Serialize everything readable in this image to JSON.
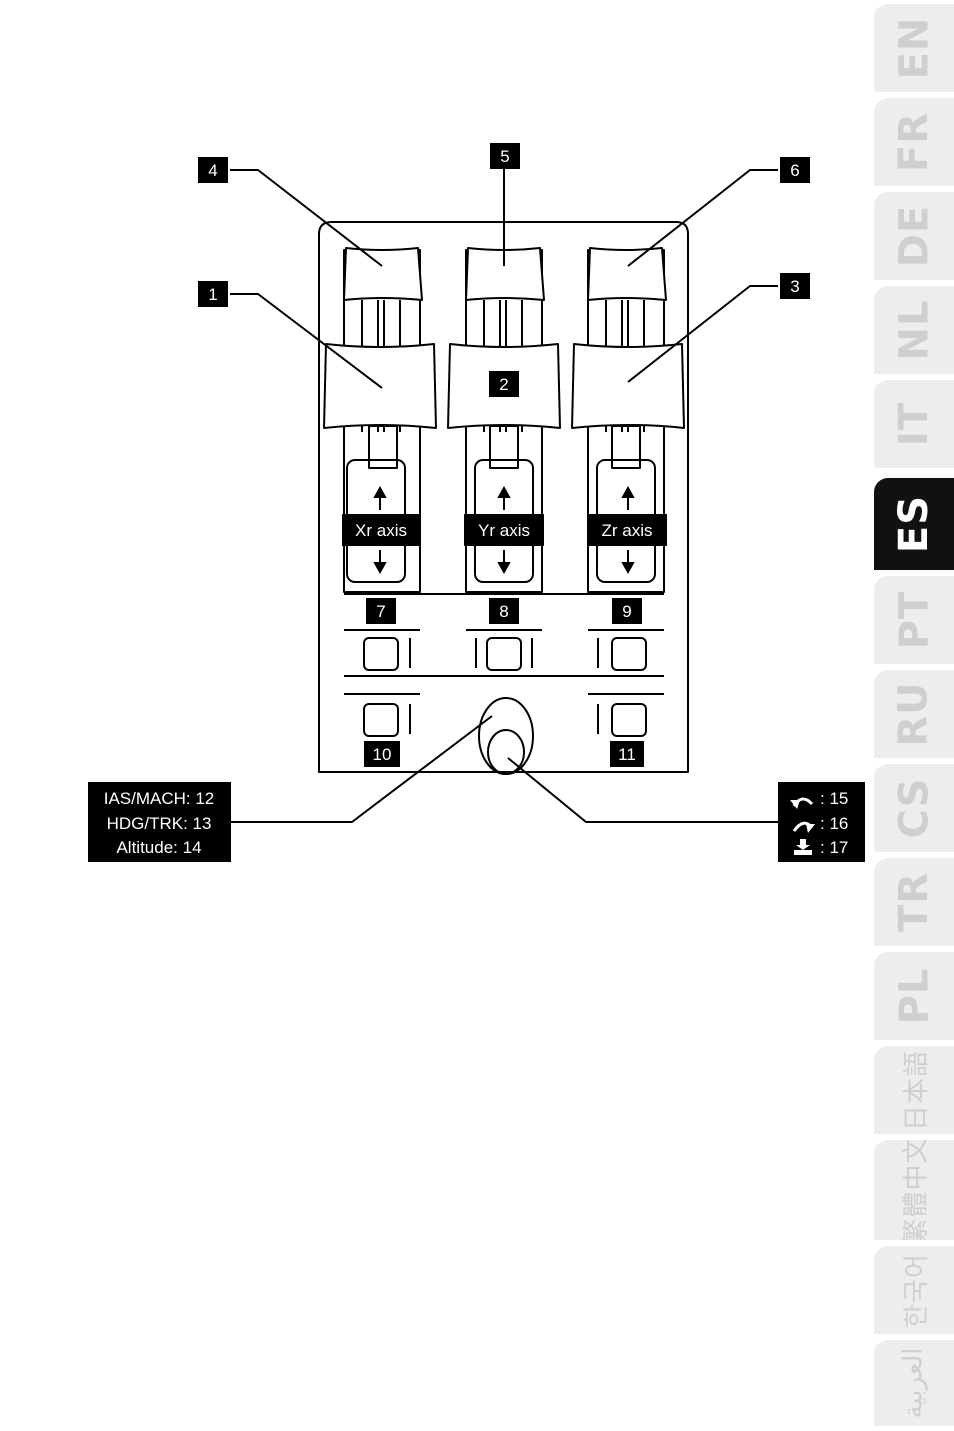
{
  "callouts": {
    "c1": "1",
    "c2": "2",
    "c3": "3",
    "c4": "4",
    "c5": "5",
    "c6": "6",
    "c7": "7",
    "c8": "8",
    "c9": "9",
    "c10": "10",
    "c11": "11"
  },
  "axes": {
    "x": "Xr axis",
    "y": "Yr axis",
    "z": "Zr axis"
  },
  "left_box": {
    "line1": "IAS/MACH: 12",
    "line2": "HDG/TRK: 13",
    "line3": "Altitude: 14"
  },
  "right_box": {
    "line1": ": 15",
    "line2": ": 16",
    "line3": ": 17"
  },
  "icons": {
    "rotate_ccw": "rotate-left-icon",
    "rotate_cw": "rotate-right-icon",
    "press": "push-down-icon"
  },
  "languages": [
    {
      "code": "EN",
      "active": false
    },
    {
      "code": "FR",
      "active": false
    },
    {
      "code": "DE",
      "active": false
    },
    {
      "code": "NL",
      "active": false
    },
    {
      "code": "IT",
      "active": false
    },
    {
      "code": "ES",
      "active": true
    },
    {
      "code": "PT",
      "active": false
    },
    {
      "code": "RU",
      "active": false
    },
    {
      "code": "CS",
      "active": false
    },
    {
      "code": "TR",
      "active": false
    },
    {
      "code": "PL",
      "active": false
    },
    {
      "code": "日本語",
      "active": false
    },
    {
      "code": "繁體中文",
      "active": false
    },
    {
      "code": "한국어",
      "active": false
    },
    {
      "code": "العربية",
      "active": false
    }
  ],
  "colors": {
    "ink": "#000000",
    "tab_inactive_bg": "#ededed",
    "tab_inactive_text": "#cfcfcf",
    "tab_active_bg": "#111111"
  }
}
